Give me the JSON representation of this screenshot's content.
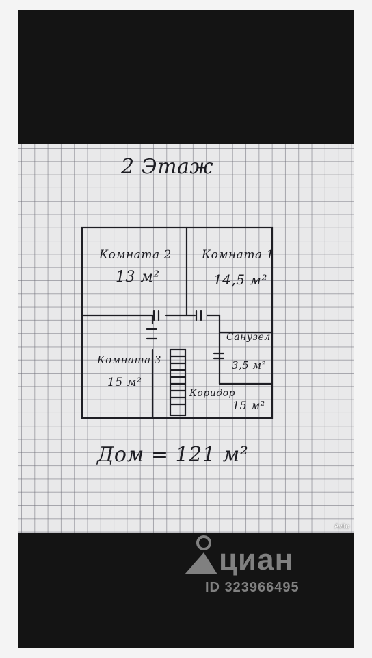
{
  "photo": {
    "title": "2 Этаж",
    "rooms": {
      "room2": {
        "label": "Комната 2",
        "area": "13 м²"
      },
      "room1": {
        "label": "Комната 1",
        "area": "14,5 м²"
      },
      "bathroom": {
        "label": "Санузел",
        "area": "3,5 м²"
      },
      "room3": {
        "label": "Комната 3",
        "area": "15 м²"
      },
      "corridor": {
        "label": "Коридор",
        "area": "15 м²"
      }
    },
    "total": "Дом = 121 м²",
    "source_mark": "Avito"
  },
  "watermark": {
    "brand": "циан",
    "listing_id": "ID 323966495"
  },
  "colors": {
    "frame": "#141414",
    "paper": "#e9e9ea",
    "ink": "#1e1e24"
  }
}
